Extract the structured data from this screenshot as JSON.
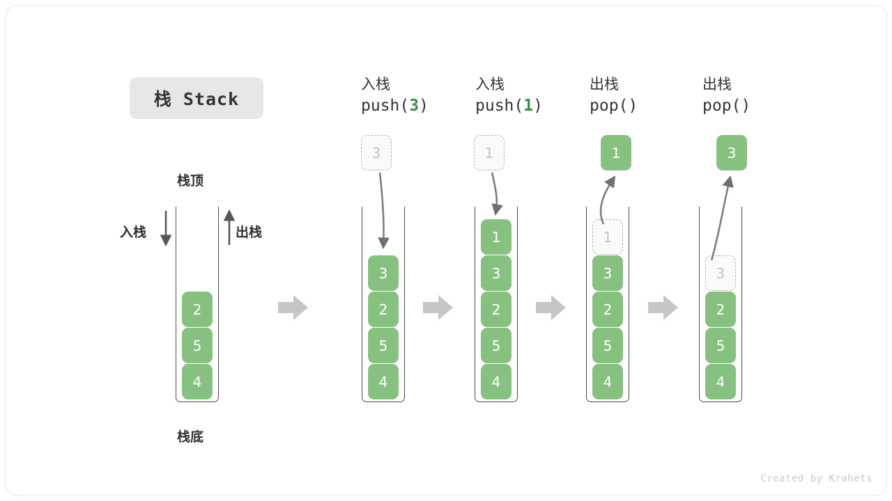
{
  "diagram": {
    "title": "栈 Stack",
    "footer": "Created by Krahets",
    "labels": {
      "top": "栈顶",
      "bottom": "栈底",
      "push": "入栈",
      "pop": "出栈"
    },
    "colors": {
      "element_fill": "#87c180",
      "element_text": "#ffffff",
      "ghost_fill": "#fafafa",
      "ghost_border": "#b5b5b5",
      "ghost_text": "#c2c2c2",
      "container_line": "#4a4a4a",
      "badge_bg": "#e7e7e7",
      "flow_arrow": "#c6c6c6",
      "code_number": "#3a8f3f",
      "footer_text": "#c9c9c9"
    },
    "stages": [
      {
        "id": "initial",
        "header_cn": "",
        "header_code": "",
        "code_number": "",
        "float_box": null,
        "stack_top_to_bottom": [
          "2",
          "5",
          "4"
        ],
        "ghost_index": -1
      },
      {
        "id": "push-3",
        "header_cn": "入栈",
        "header_code_prefix": "push(",
        "code_number": "3",
        "header_code_suffix": ")",
        "float_box": {
          "value": "3",
          "style": "ghost"
        },
        "stack_top_to_bottom": [
          "3",
          "2",
          "5",
          "4"
        ],
        "ghost_index": -1
      },
      {
        "id": "push-1",
        "header_cn": "入栈",
        "header_code_prefix": "push(",
        "code_number": "1",
        "header_code_suffix": ")",
        "float_box": {
          "value": "1",
          "style": "ghost"
        },
        "stack_top_to_bottom": [
          "1",
          "3",
          "2",
          "5",
          "4"
        ],
        "ghost_index": -1
      },
      {
        "id": "pop-1",
        "header_cn": "出栈",
        "header_code_prefix": "pop(",
        "code_number": "",
        "header_code_suffix": ")",
        "float_box": {
          "value": "1",
          "style": "filled"
        },
        "stack_top_to_bottom": [
          "1",
          "3",
          "2",
          "5",
          "4"
        ],
        "ghost_index": 0
      },
      {
        "id": "pop-3",
        "header_cn": "出栈",
        "header_code_prefix": "pop(",
        "code_number": "",
        "header_code_suffix": ")",
        "float_box": {
          "value": "3",
          "style": "filled"
        },
        "stack_top_to_bottom": [
          "3",
          "2",
          "5",
          "4"
        ],
        "ghost_index": 0
      }
    ]
  }
}
